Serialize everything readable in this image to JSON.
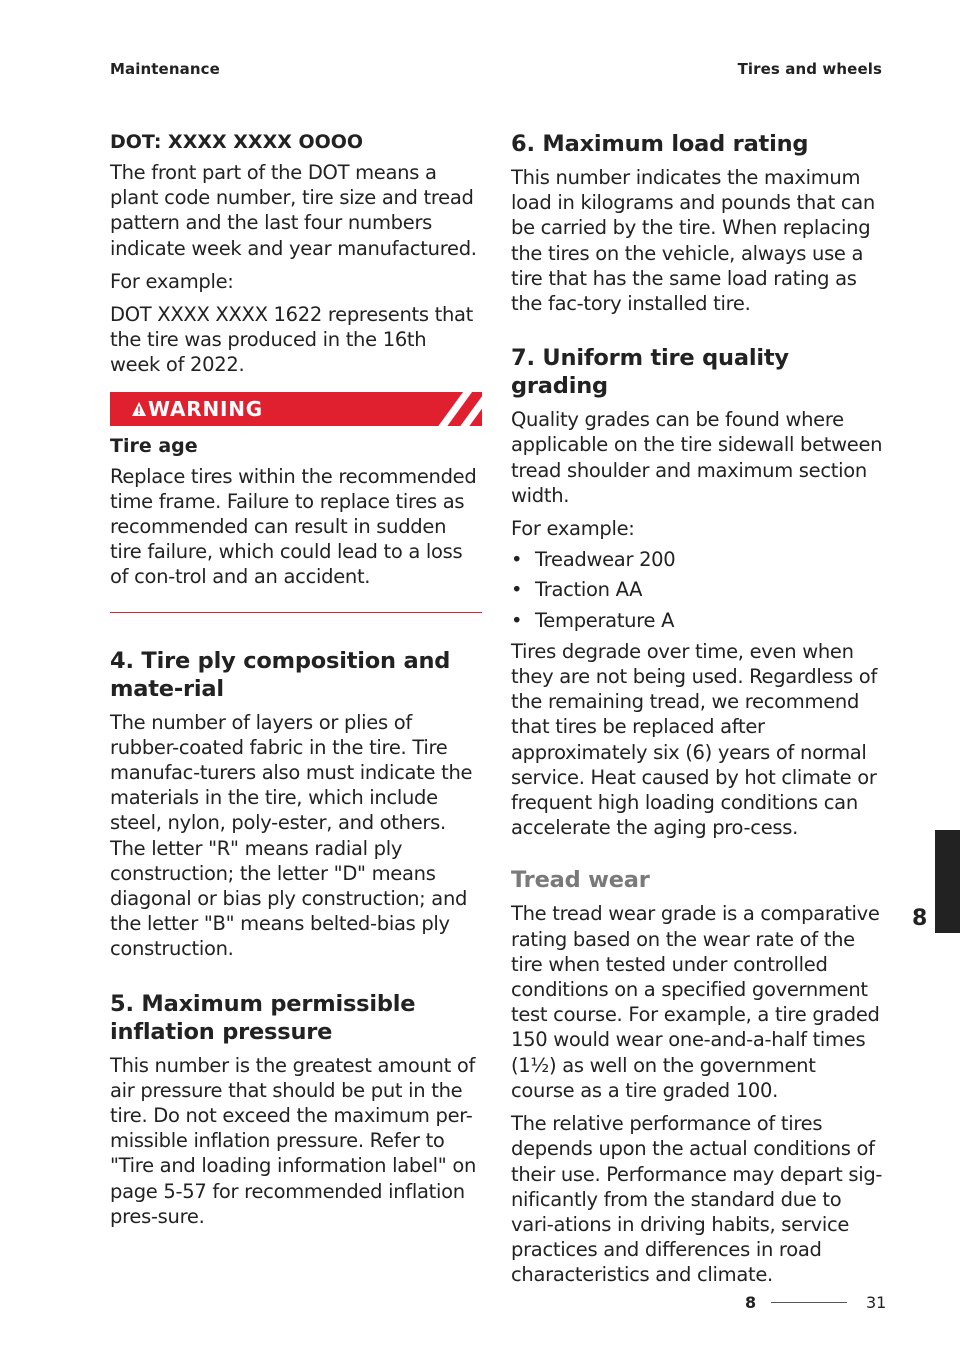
{
  "header": {
    "left": "Maintenance",
    "right": "Tires and wheels"
  },
  "left": {
    "dot_heading": "DOT: XXXX XXXX OOOO",
    "dot_p1": "The front part of the DOT means a plant code number, tire size and tread pattern and the last four numbers indicate week and year manufactured.",
    "dot_p2": "For example:",
    "dot_p3": "DOT XXXX XXXX 1622 represents that the tire was produced in the 16th week of 2022.",
    "warning": {
      "label": "WARNING",
      "title": "Tire age",
      "text": "Replace tires within the recommended time frame. Failure to replace tires as recommended can result in sudden tire failure, which could lead to a loss of con-trol and an accident."
    },
    "sec4_title": "4. Tire ply composition and mate-rial",
    "sec4_text": "The number of layers or plies of rubber-coated fabric in the tire. Tire manufac-turers also must indicate the materials in the tire, which include steel, nylon, poly-ester, and others. The letter \"R\" means radial ply construction; the letter \"D\" means diagonal or bias ply construction; and the letter \"B\" means belted-bias ply construction.",
    "sec5_title": "5. Maximum permissible inflation pressure",
    "sec5_text": "This number is the greatest amount of air pressure that should be put in the tire. Do not exceed the maximum per-missible inflation pressure. Refer to \"Tire and loading information label\" on page 5-57 for recommended inflation pres-sure."
  },
  "right": {
    "sec6_title": "6. Maximum load rating",
    "sec6_text": "This number indicates the maximum load in kilograms and pounds that can be carried by the tire. When replacing the tires on the vehicle, always use a tire that has the same load rating as the fac-tory installed tire.",
    "sec7_title": "7. Uniform tire quality grading",
    "sec7_p1": "Quality grades can be found where applicable on the tire sidewall between tread shoulder and maximum section width.",
    "sec7_p2": "For example:",
    "bullets": [
      "Treadwear 200",
      "Traction AA",
      "Temperature A"
    ],
    "sec7_p3": "Tires degrade over time, even when they are not being used. Regardless of the remaining tread, we recommend that tires be replaced after approximately six (6) years of normal service. Heat caused by hot climate or frequent high loading conditions can accelerate the aging pro-cess.",
    "tread_title": "Tread wear",
    "tread_p1": "The tread wear grade is a comparative rating based on the wear rate of the tire when tested under controlled conditions on a specified government test course. For example, a tire graded 150 would wear one-and-a-half times (1½) as well on the government course as a tire graded 100.",
    "tread_p2": "The relative performance of tires depends upon the actual conditions of their use. Performance may depart sig-nificantly from the standard due to vari-ations in driving habits, service practices and differences in road characteristics and climate."
  },
  "side_tab": "8",
  "footer": {
    "chapter": "8",
    "page": "31"
  },
  "colors": {
    "warning_red": "#e1202f",
    "tab": "#222222",
    "subheading_gray": "#7a7a7a"
  }
}
